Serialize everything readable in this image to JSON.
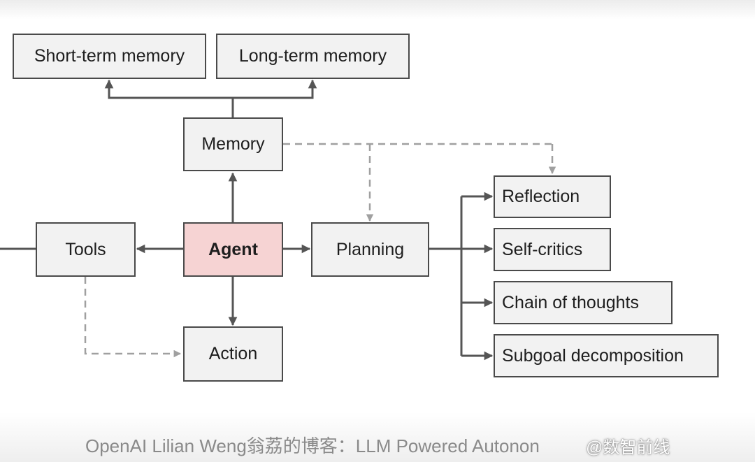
{
  "diagram": {
    "nodes": {
      "short_term_memory": "Short-term memory",
      "long_term_memory": "Long-term memory",
      "memory": "Memory",
      "tools": "Tools",
      "agent": "Agent",
      "planning": "Planning",
      "action": "Action",
      "reflection": "Reflection",
      "self_critics": "Self-critics",
      "chain_of_thoughts": "Chain of thoughts",
      "subgoal_decomposition": "Subgoal decomposition"
    },
    "edges": [
      {
        "from": "memory",
        "to": "short_term_memory",
        "style": "solid"
      },
      {
        "from": "memory",
        "to": "long_term_memory",
        "style": "solid"
      },
      {
        "from": "agent",
        "to": "memory",
        "style": "solid"
      },
      {
        "from": "agent",
        "to": "tools",
        "style": "solid"
      },
      {
        "from": "agent",
        "to": "planning",
        "style": "solid"
      },
      {
        "from": "agent",
        "to": "action",
        "style": "solid"
      },
      {
        "from": "planning",
        "to": "reflection",
        "style": "solid"
      },
      {
        "from": "planning",
        "to": "self_critics",
        "style": "solid"
      },
      {
        "from": "planning",
        "to": "chain_of_thoughts",
        "style": "solid"
      },
      {
        "from": "planning",
        "to": "subgoal_decomposition",
        "style": "solid"
      },
      {
        "from": "memory",
        "to": "planning",
        "style": "dashed"
      },
      {
        "from": "memory",
        "to": "reflection",
        "style": "dashed"
      },
      {
        "from": "tools",
        "to": "action",
        "style": "dashed"
      }
    ]
  },
  "colors": {
    "agent_fill": "#f6d3d3",
    "box_fill": "#f2f2f2",
    "border": "#4a4a4a",
    "solid_line": "#555555",
    "dashed_line": "#a0a0a0"
  },
  "caption": "OpenAI Lilian Weng翁荔的博客：LLM Powered Autonon",
  "watermark": "@数智前线"
}
